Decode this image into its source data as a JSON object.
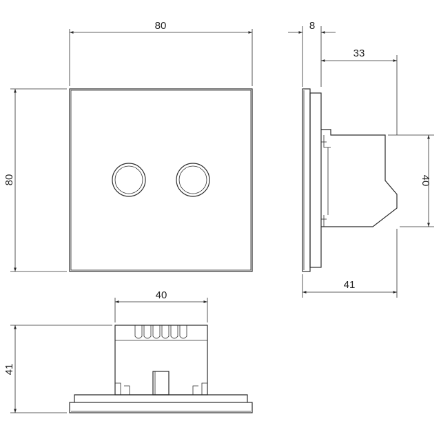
{
  "dimensions": {
    "front_width": "80",
    "front_height": "80",
    "side_plate_thickness": "8",
    "side_body_depth": "33",
    "side_body_height": "40",
    "side_total_depth": "41",
    "bottom_body_width": "40",
    "bottom_total_depth": "41"
  }
}
